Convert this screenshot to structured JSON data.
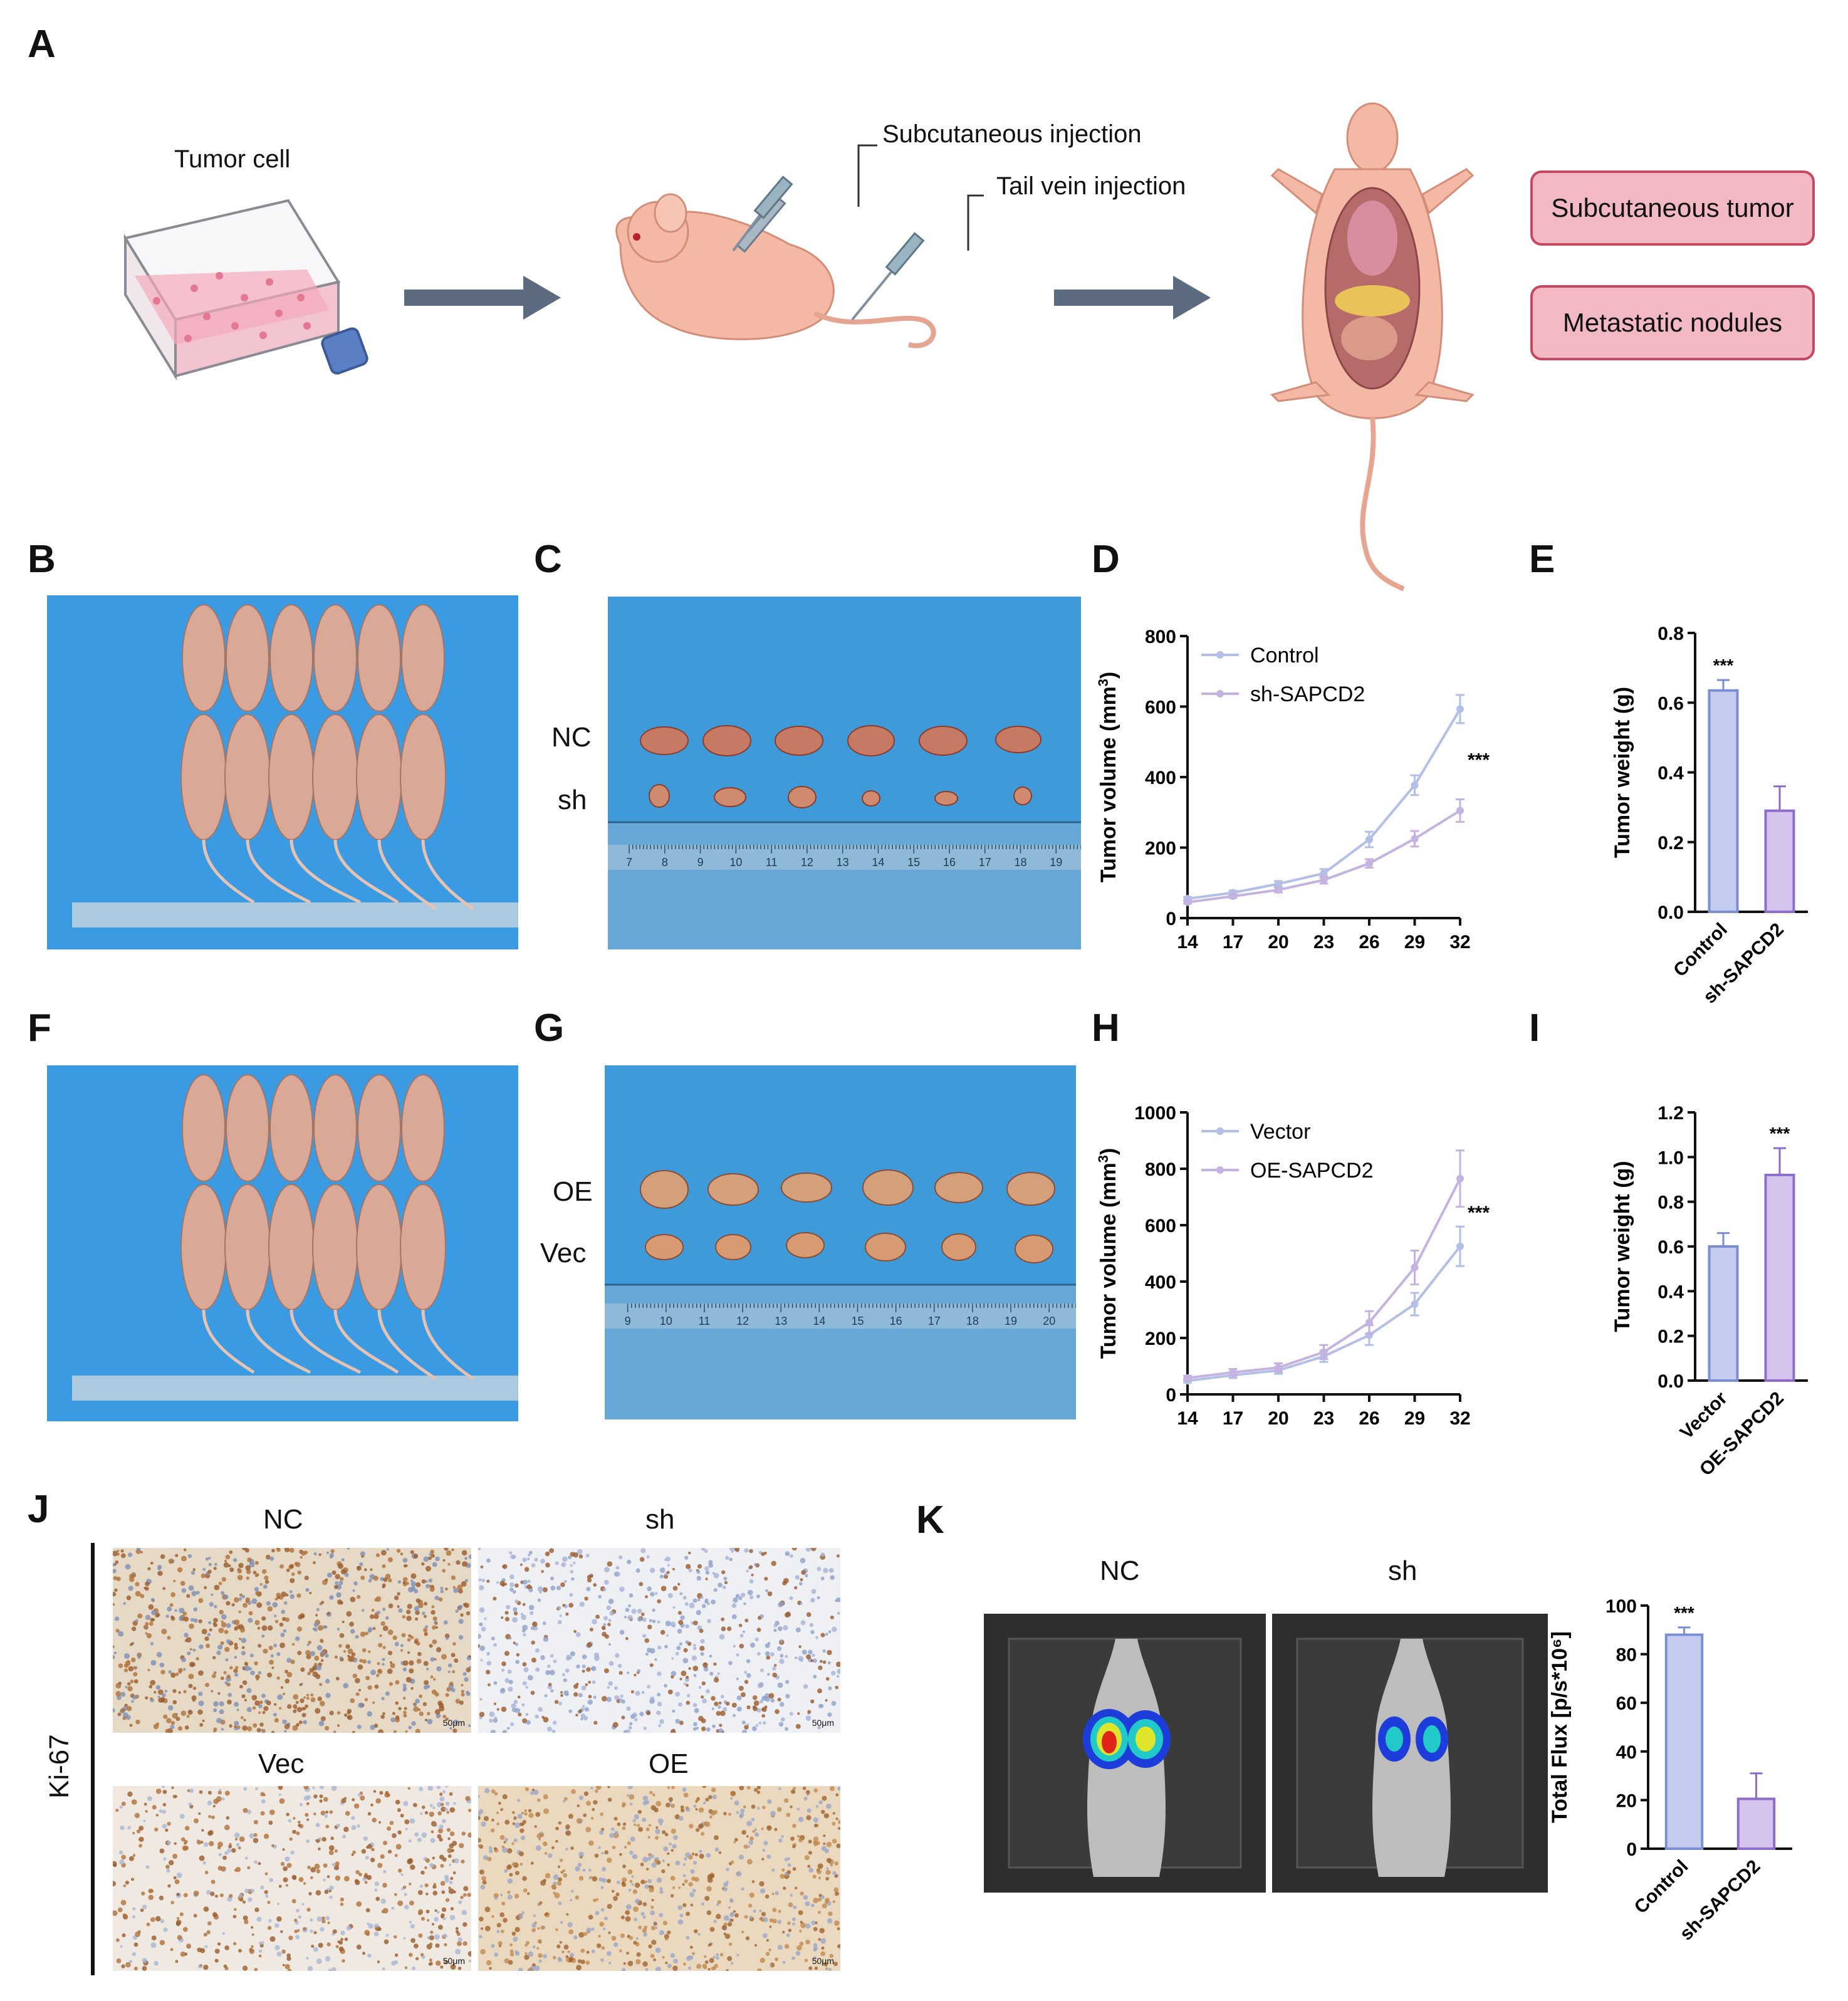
{
  "panels": {
    "A": "A",
    "B": "B",
    "C": "C",
    "D": "D",
    "E": "E",
    "F": "F",
    "G": "G",
    "H": "H",
    "I": "I",
    "J": "J",
    "K": "K"
  },
  "schematic": {
    "tumor_cell": "Tumor cell",
    "subcutaneous_injection": "Subcutaneous injection",
    "tail_vein_injection": "Tail vein injection",
    "outcome_1": "Subcutaneous tumor",
    "outcome_2": "Metastatic nodules"
  },
  "photos": {
    "c_row1": "NC",
    "c_row2": "sh",
    "c_ruler": [
      "7",
      "8",
      "9",
      "10",
      "11",
      "12",
      "13",
      "14",
      "15",
      "16",
      "17",
      "18",
      "19"
    ],
    "g_row1": "OE",
    "g_row2": "Vec",
    "g_ruler": [
      "9",
      "10",
      "11",
      "12",
      "13",
      "14",
      "15",
      "16",
      "17",
      "18",
      "19",
      "20"
    ]
  },
  "ihc": {
    "stain": "Ki-67",
    "nc": "NC",
    "sh": "sh",
    "vec": "Vec",
    "oe": "OE",
    "scale": "50μm"
  },
  "ivis": {
    "nc": "NC",
    "sh": "sh"
  },
  "colors": {
    "series_1": "#b3bfe6",
    "series_2": "#c4b3e0",
    "bar_1_fill": "#c3cbee",
    "bar_1_edge": "#7b8ed2",
    "bar_2_fill": "#d4c4ee",
    "bar_2_edge": "#8e6ccb",
    "pink_box": "#f2b9c4",
    "pink_box_edge": "#c9475e",
    "blue_drape": "#2f8fd2"
  },
  "chart_data": [
    {
      "id": "D",
      "type": "line",
      "ylabel": "Tumor volume (mm3)",
      "x": [
        14,
        17,
        20,
        23,
        26,
        29,
        32
      ],
      "xlim": [
        14,
        32
      ],
      "ylim": [
        0,
        800
      ],
      "yticks": [
        0,
        200,
        400,
        600,
        800
      ],
      "series": [
        {
          "name": "Control",
          "values": [
            55,
            72,
            97,
            127,
            223,
            377,
            593
          ],
          "err": [
            5,
            6,
            8,
            12,
            22,
            28,
            40
          ]
        },
        {
          "name": "sh-SAPCD2",
          "values": [
            45,
            62,
            80,
            108,
            155,
            225,
            305
          ],
          "err": [
            4,
            5,
            7,
            10,
            12,
            22,
            32
          ]
        }
      ],
      "annotation": "***",
      "legend": "top-left"
    },
    {
      "id": "E",
      "type": "bar",
      "ylabel": "Tumor weight (g)",
      "categories": [
        "Control",
        "sh-SAPCD2"
      ],
      "values": [
        0.635,
        0.29
      ],
      "err": [
        0.03,
        0.07
      ],
      "ylim": [
        0,
        0.8
      ],
      "yticks": [
        "0.0",
        "0.2",
        "0.4",
        "0.6",
        "0.8"
      ],
      "annotation": "***"
    },
    {
      "id": "H",
      "type": "line",
      "ylabel": "Tumor volume (mm3)",
      "x": [
        14,
        17,
        20,
        23,
        26,
        29,
        32
      ],
      "xlim": [
        14,
        32
      ],
      "ylim": [
        0,
        1000
      ],
      "yticks": [
        0,
        200,
        400,
        600,
        800,
        1000
      ],
      "series": [
        {
          "name": "Vector",
          "values": [
            48,
            68,
            85,
            135,
            210,
            320,
            525
          ],
          "err": [
            6,
            10,
            12,
            20,
            35,
            40,
            70
          ]
        },
        {
          "name": "OE-SAPCD2",
          "values": [
            58,
            78,
            95,
            150,
            255,
            450,
            765
          ],
          "err": [
            8,
            12,
            15,
            25,
            40,
            60,
            100
          ]
        }
      ],
      "annotation": "***",
      "legend": "top-left"
    },
    {
      "id": "I",
      "type": "bar",
      "ylabel": "Tumor weight (g)",
      "categories": [
        "Vector",
        "OE-SAPCD2"
      ],
      "values": [
        0.6,
        0.92
      ],
      "err": [
        0.06,
        0.12
      ],
      "ylim": [
        0,
        1.2
      ],
      "yticks": [
        "0.0",
        "0.2",
        "0.4",
        "0.6",
        "0.8",
        "1.0",
        "1.2"
      ],
      "annotation": "***"
    },
    {
      "id": "K",
      "type": "bar",
      "ylabel": "Total Flux [p/s*10⁶]",
      "categories": [
        "Control",
        "sh-SAPCD2"
      ],
      "values": [
        88,
        20.5
      ],
      "err": [
        3,
        10.5
      ],
      "ylim": [
        0,
        100
      ],
      "yticks": [
        "0",
        "20",
        "40",
        "60",
        "80",
        "100"
      ],
      "annotation": "***"
    }
  ]
}
